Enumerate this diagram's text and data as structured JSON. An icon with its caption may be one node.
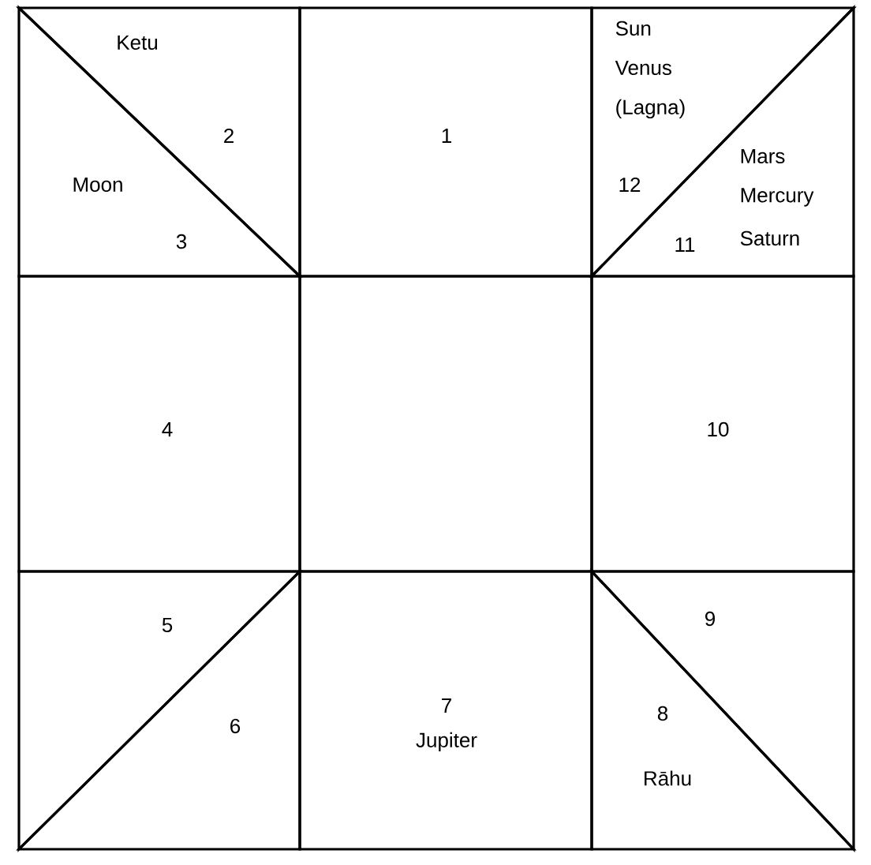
{
  "diagram": {
    "nodes": [
      {
        "text": [
          "Ketu",
          "2"
        ]
      },
      {
        "text": [
          "Moon",
          "3"
        ]
      },
      {
        "text": [
          "1"
        ]
      },
      {
        "text": [
          "Sun",
          "Venus",
          "(Lagna)",
          "12"
        ]
      },
      {
        "text": [
          "Mars",
          "Mercury",
          "11",
          "Saturn"
        ]
      },
      {
        "text": [
          "4"
        ]
      },
      {
        "text": [],
        "shape": "box"
      },
      {
        "text": [
          "10"
        ]
      },
      {
        "text": [
          "5"
        ]
      },
      {
        "text": [
          "6"
        ]
      },
      {
        "text": [
          "7",
          "Jupiter"
        ]
      },
      {
        "text": [
          "9"
        ]
      },
      {
        "text": [
          "8",
          "Rāhu"
        ]
      }
    ],
    "edges": []
  }
}
